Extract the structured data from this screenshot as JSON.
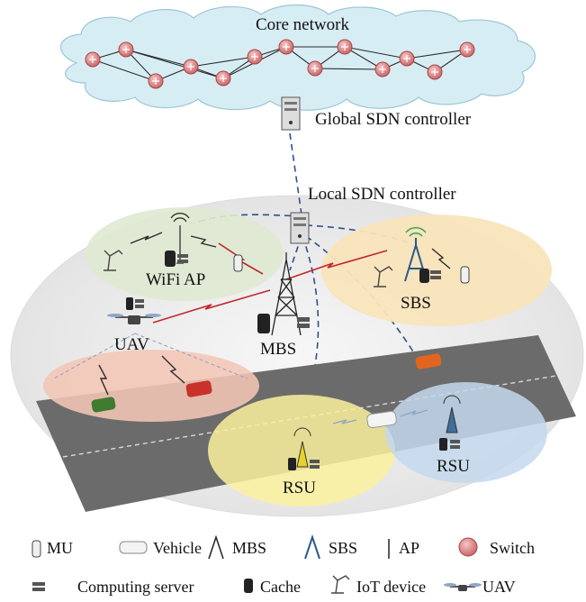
{
  "labels": {
    "core_network": "Core network",
    "global_sdn": "Global SDN controller",
    "local_sdn": "Local SDN controller",
    "wifi_ap": "WiFi AP",
    "sbs": "SBS",
    "uav": "UAV",
    "mbs": "MBS",
    "rsu_left": "RSU",
    "rsu_right": "RSU"
  },
  "legend": {
    "row1": [
      {
        "icon": "mobile-user-icon",
        "label": "MU"
      },
      {
        "icon": "vehicle-icon",
        "label": "Vehicle"
      },
      {
        "icon": "macro-base-station-icon",
        "label": "MBS"
      },
      {
        "icon": "small-base-station-icon",
        "label": "SBS"
      },
      {
        "icon": "access-point-icon",
        "label": "AP"
      },
      {
        "icon": "switch-icon",
        "label": "Switch"
      }
    ],
    "row2": [
      {
        "icon": "computing-server-icon",
        "label": "Computing server"
      },
      {
        "icon": "cache-icon",
        "label": "Cache"
      },
      {
        "icon": "iot-device-icon",
        "label": "IoT device"
      },
      {
        "icon": "uav-icon",
        "label": "UAV"
      }
    ]
  },
  "colors": {
    "cloud": "#d6ecf3",
    "wifi_zone": "#e3ecd8",
    "sbs_zone": "#fae7c2",
    "uav_zone": "#f4cdbd",
    "rsu_left_zone": "#fbf3a6",
    "rsu_right_zone": "#c9dcef",
    "outer_zone": "#ececec",
    "road": "#6e6e6e",
    "link_dashed": "#2f4f8f",
    "wireless": "#c0282b"
  }
}
